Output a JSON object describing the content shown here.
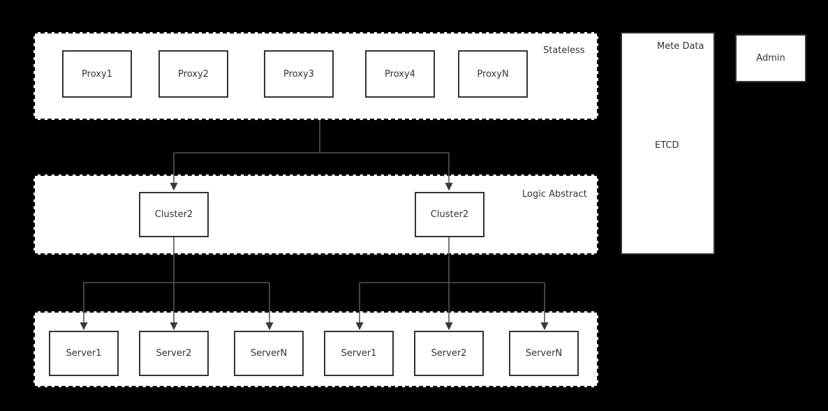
{
  "diagram": {
    "background_color": "#000000",
    "node_fill": "#ffffff",
    "node_stroke": "#333333",
    "band_fill": "#ffffff",
    "band_stroke": "#000000",
    "edge_color": "#555555",
    "bands": [
      {
        "label": "Stateless"
      },
      {
        "label": "Logic Abstract"
      }
    ],
    "proxies": [
      {
        "label": "Proxy1"
      },
      {
        "label": "Proxy2"
      },
      {
        "label": "Proxy3"
      },
      {
        "label": "Proxy4"
      },
      {
        "label": "ProxyN"
      }
    ],
    "clusters": [
      {
        "label": "Cluster2"
      },
      {
        "label": "Cluster2"
      }
    ],
    "servers_left": [
      {
        "label": "Server1"
      },
      {
        "label": "Server2"
      },
      {
        "label": "ServerN"
      }
    ],
    "servers_right": [
      {
        "label": "Server1"
      },
      {
        "label": "Server2"
      },
      {
        "label": "ServerN"
      }
    ],
    "side_panels": {
      "meta": {
        "title": "Mete Data",
        "center_label": "ETCD"
      },
      "admin": {
        "label": "Admin"
      }
    }
  }
}
